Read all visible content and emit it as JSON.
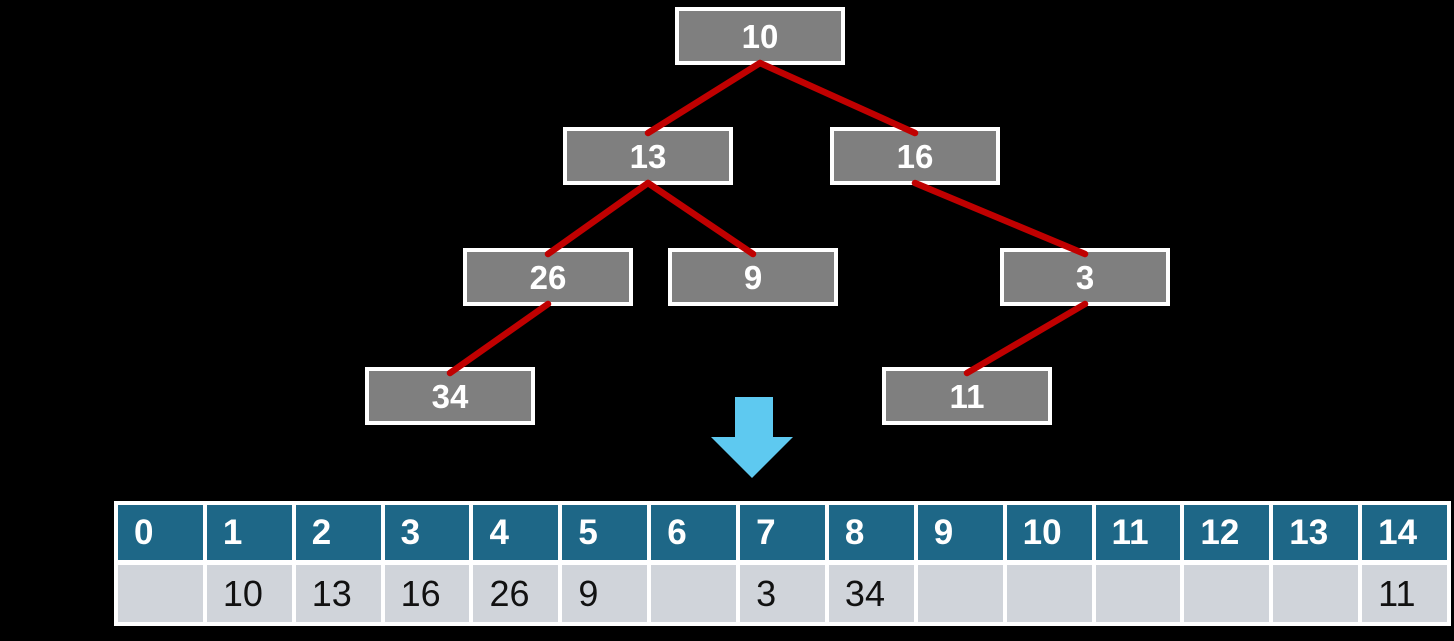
{
  "background": "#000000",
  "colors": {
    "node_fill": "#7F7F7F",
    "node_border": "#FFFFFF",
    "node_text": "#FFFFFF",
    "edge": "#C00000",
    "arrow": "#5EC9F0",
    "table_frame": "#FFFFFF",
    "index_bg": "#1E6787",
    "index_text": "#FFFFFF",
    "value_bg": "#D0D4DA",
    "value_text": "#111111"
  },
  "tree": {
    "nodes": [
      {
        "id": "n10",
        "value": "10"
      },
      {
        "id": "n13",
        "value": "13"
      },
      {
        "id": "n16",
        "value": "16"
      },
      {
        "id": "n26",
        "value": "26"
      },
      {
        "id": "n9",
        "value": "9"
      },
      {
        "id": "n3",
        "value": "3"
      },
      {
        "id": "n34",
        "value": "34"
      },
      {
        "id": "n11",
        "value": "11"
      }
    ],
    "edges": [
      [
        "n10",
        "n13"
      ],
      [
        "n10",
        "n16"
      ],
      [
        "n13",
        "n26"
      ],
      [
        "n13",
        "n9"
      ],
      [
        "n16",
        "n3"
      ],
      [
        "n26",
        "n34"
      ],
      [
        "n3",
        "n11"
      ]
    ]
  },
  "table": {
    "indices": [
      "0",
      "1",
      "2",
      "3",
      "4",
      "5",
      "6",
      "7",
      "8",
      "9",
      "10",
      "11",
      "12",
      "13",
      "14"
    ],
    "values": [
      "",
      "10",
      "13",
      "16",
      "26",
      "9",
      "",
      "3",
      "34",
      "",
      "",
      "",
      "",
      "",
      "11"
    ]
  }
}
